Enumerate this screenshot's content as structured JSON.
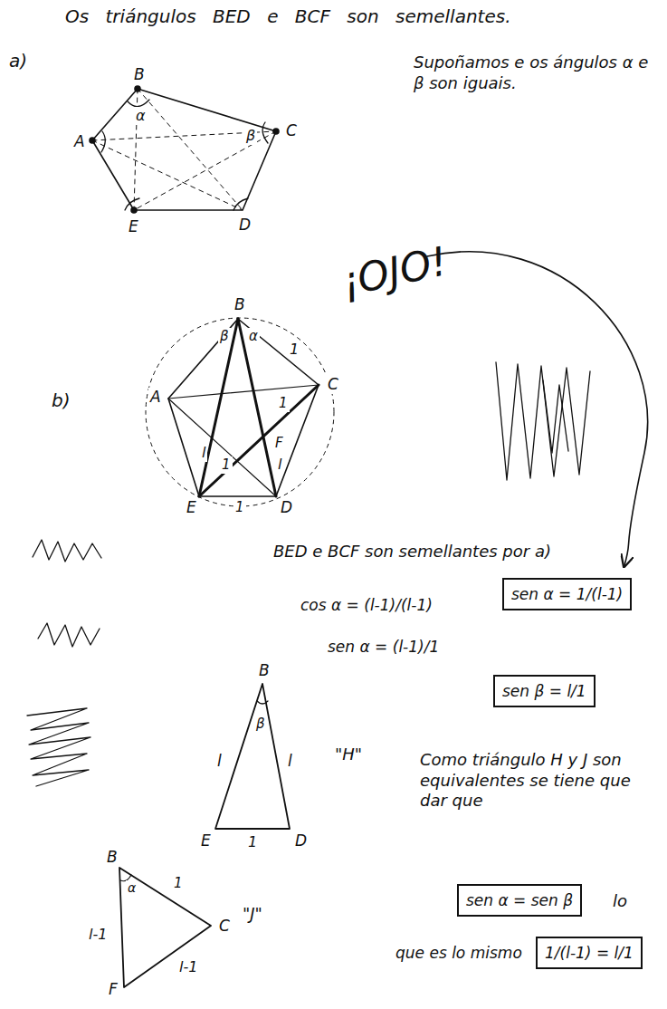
{
  "diagram": {
    "nodes": [
      {
        "text": [
          "sen α = 1/(l-1)"
        ]
      },
      {
        "text": [
          "sen β = l/1"
        ]
      },
      {
        "text": [
          "sen α = sen β"
        ]
      },
      {
        "text": [
          "1/(l-1) = l/1"
        ]
      }
    ],
    "labels": [
      "Os triángulos BED e BCF son semellantes.",
      "Supoñamos e os ángulos α e β son iguais.",
      "a)",
      "B",
      "α",
      "A",
      "C",
      "β",
      "E",
      "D",
      "¡OJO!",
      "b)",
      "B",
      "β",
      "α",
      "1",
      "A",
      "C",
      "l",
      "1",
      "F",
      "l",
      "1",
      "E",
      "D",
      "1",
      "BED e BCF son semellantes por a)",
      "cos α = (l-1)/(l-1)",
      "sen α = (l-1)/1",
      "B",
      "β",
      "l",
      "l",
      "\"H\"",
      "E",
      "D",
      "1",
      "B",
      "α",
      "1",
      "C",
      "l-1",
      "l-1",
      "\"J\"",
      "F",
      "Como triángulo H y J son equivalentes se tiene que dar que",
      "lo",
      "que es lo mismo"
    ]
  }
}
